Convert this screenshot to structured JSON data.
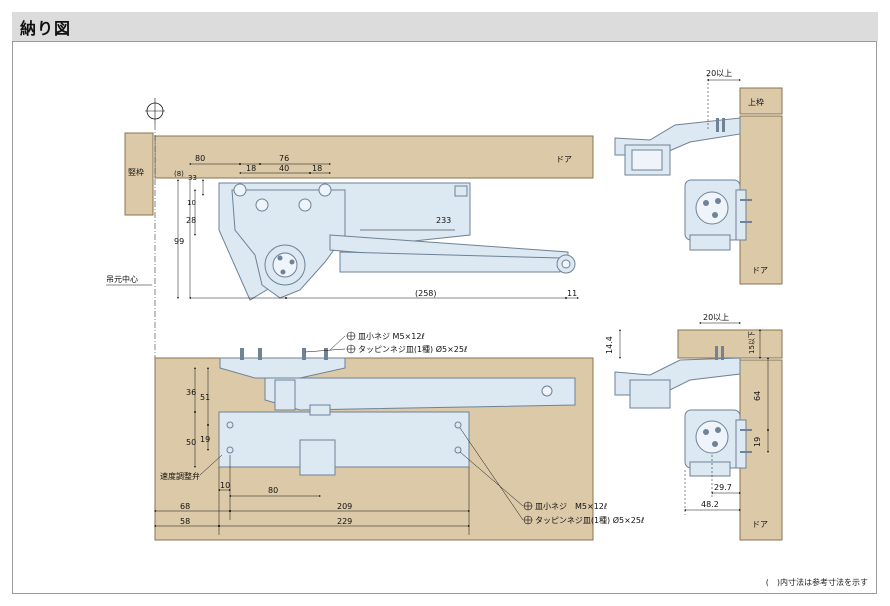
{
  "title": "納り図",
  "footnote": "(　)内寸法は参考寸法を示す",
  "labels": {
    "door_top": "ドア",
    "jamb": "竪枠",
    "pivot_center": "吊元中心",
    "upper_frame_1": "上枠",
    "door_right_1": "ドア",
    "door_bottom": "ドア",
    "door_right_2": "ドア",
    "screw_top_1": "皿小ネジ M5×12ℓ",
    "screw_top_2": "タッピンネジ皿(1種) Ø5×25ℓ",
    "screw_bot_1": "皿小ネジ　M5×12ℓ",
    "screw_bot_2": "タッピンネジ皿(1種) Ø5×25ℓ",
    "speed_valve": "速度調整弁"
  },
  "dims_top": {
    "d80": "80",
    "d76": "76",
    "d18a": "18",
    "d40": "40",
    "d18b": "18",
    "d8": "(8)",
    "d33": "33",
    "d10": "10",
    "d28": "28",
    "d99": "99",
    "d233": "233",
    "d258": "(258)",
    "d11": "11"
  },
  "dims_bottom": {
    "d36": "36",
    "d51": "51",
    "d50": "50",
    "d19": "19",
    "d10": "10",
    "d80": "80",
    "d209": "209",
    "d229": "229",
    "d68": "68",
    "d58": "58"
  },
  "dims_right_top": {
    "d20": "20以上"
  },
  "dims_right_bottom": {
    "d20": "20以上",
    "d14_4": "14.4",
    "d15": "15以下",
    "d64": "64",
    "d19": "19",
    "d29_7": "29.7",
    "d48_2": "48.2"
  },
  "colors": {
    "wood": "#dcc9a8",
    "wood_edge": "#8a7250",
    "metal": "#dce8f2",
    "metal_edge": "#6f8296",
    "title_bg": "#dcdcdc",
    "frame": "#9a9a9a"
  }
}
